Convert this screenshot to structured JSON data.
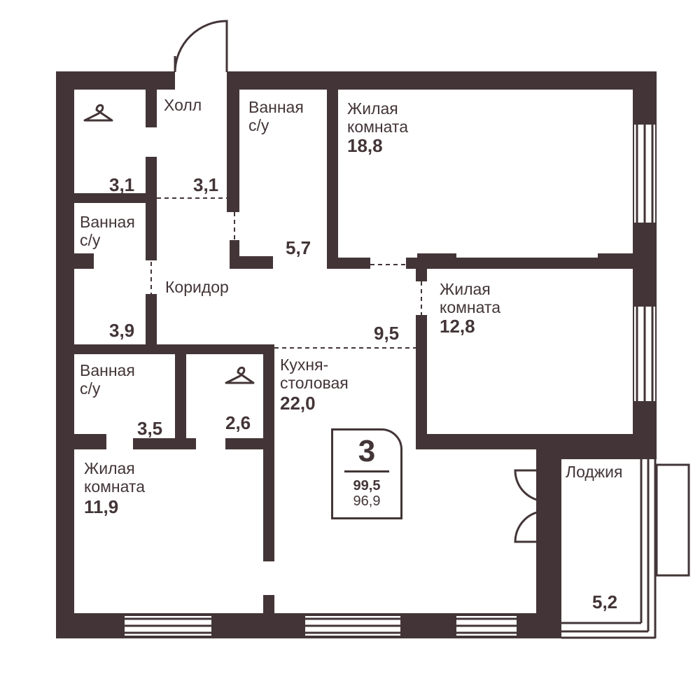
{
  "plan": {
    "rooms": [
      {
        "id": "wardrobe1",
        "label": "",
        "area": "3,1",
        "icon": "hanger-icon"
      },
      {
        "id": "hall",
        "label": "Холл",
        "area": "3,1"
      },
      {
        "id": "bath1",
        "label": "Ванная\nс/у",
        "area": "5,7"
      },
      {
        "id": "living1",
        "label": "Жилая\nкомната",
        "area": "18,8"
      },
      {
        "id": "bath2",
        "label": "Ванная\nс/у",
        "area": "3,9"
      },
      {
        "id": "corridor",
        "label": "Коридор",
        "area": "9,5"
      },
      {
        "id": "living2",
        "label": "Жилая\nкомната",
        "area": "12,8"
      },
      {
        "id": "bath3",
        "label": "Ванная\nс/у",
        "area": "3,5"
      },
      {
        "id": "wardrobe2",
        "label": "",
        "area": "2,6",
        "icon": "hanger-icon"
      },
      {
        "id": "kitchen",
        "label": "Кухня-\nстоловая",
        "area": "22,0"
      },
      {
        "id": "living3",
        "label": "Жилая\nкомната",
        "area": "11,9"
      },
      {
        "id": "loggia",
        "label": "Лоджия",
        "area": "5,2"
      }
    ],
    "summary": {
      "rooms": "3",
      "total_area": "99,5",
      "living_area": "96,9"
    },
    "colors": {
      "wall": "#433537",
      "background": "#ffffff"
    }
  }
}
